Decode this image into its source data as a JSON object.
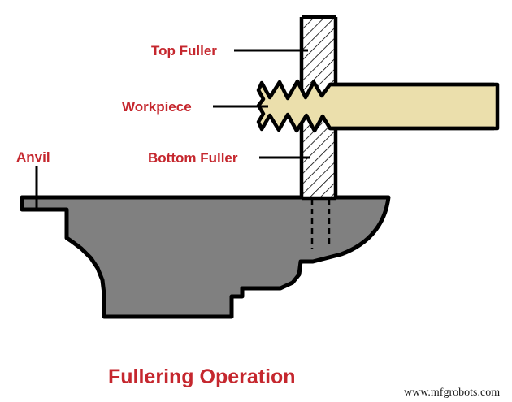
{
  "figure": {
    "title": "Fullering Operation",
    "watermark": "www.mfgrobots.com",
    "background_color": "#FFFFFF",
    "label_color": "#C5272E",
    "outline_color": "#000000"
  },
  "labels": {
    "top_fuller": "Top Fuller",
    "workpiece": "Workpiece",
    "bottom_fuller": "Bottom Fuller",
    "anvil": "Anvil"
  },
  "parts": {
    "top_fuller": {
      "name": "Top Fuller",
      "fill": "#FFFFFF",
      "hatch": "diagonal",
      "outline": "#000000"
    },
    "bottom_fuller": {
      "name": "Bottom Fuller",
      "fill": "#FFFFFF",
      "hatch": "diagonal",
      "outline": "#000000"
    },
    "workpiece": {
      "name": "Workpiece",
      "fill": "#EBDFAC",
      "outline": "#000000",
      "break_line": "zigzag"
    },
    "anvil": {
      "name": "Anvil",
      "fill": "#808080",
      "outline": "#000000"
    }
  }
}
